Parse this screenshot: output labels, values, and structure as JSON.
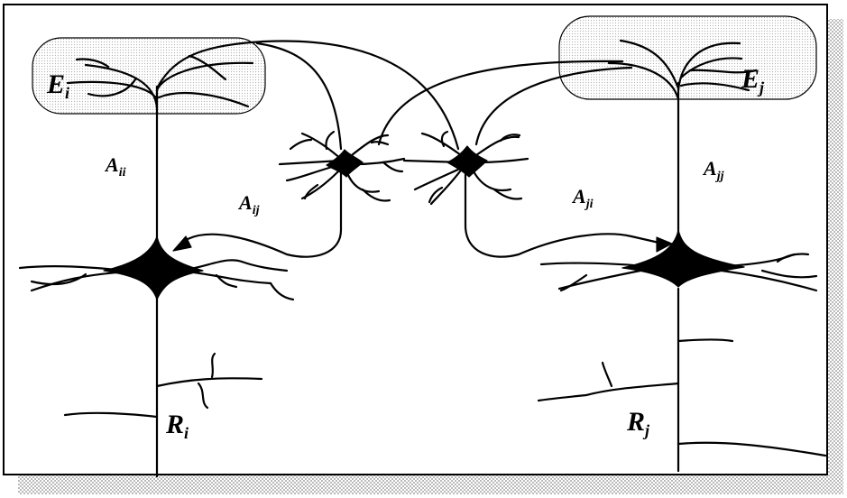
{
  "labels": {
    "E_i": {
      "main": "E",
      "sub": "i"
    },
    "E_j": {
      "main": "E",
      "sub": "j"
    },
    "A_ii": {
      "main": "A",
      "sub": "ii"
    },
    "A_ij": {
      "main": "A",
      "sub": "ij"
    },
    "A_ji": {
      "main": "A",
      "sub": "ji"
    },
    "A_jj": {
      "main": "A",
      "sub": "jj"
    },
    "R_i": {
      "main": "R",
      "sub": "i"
    },
    "R_j": {
      "main": "R",
      "sub": "j"
    }
  },
  "colors": {
    "ink": "#000000",
    "panel": "#ffffff",
    "shadow": "#9a9a9a",
    "cluster_fill": "#e6e6e6"
  }
}
